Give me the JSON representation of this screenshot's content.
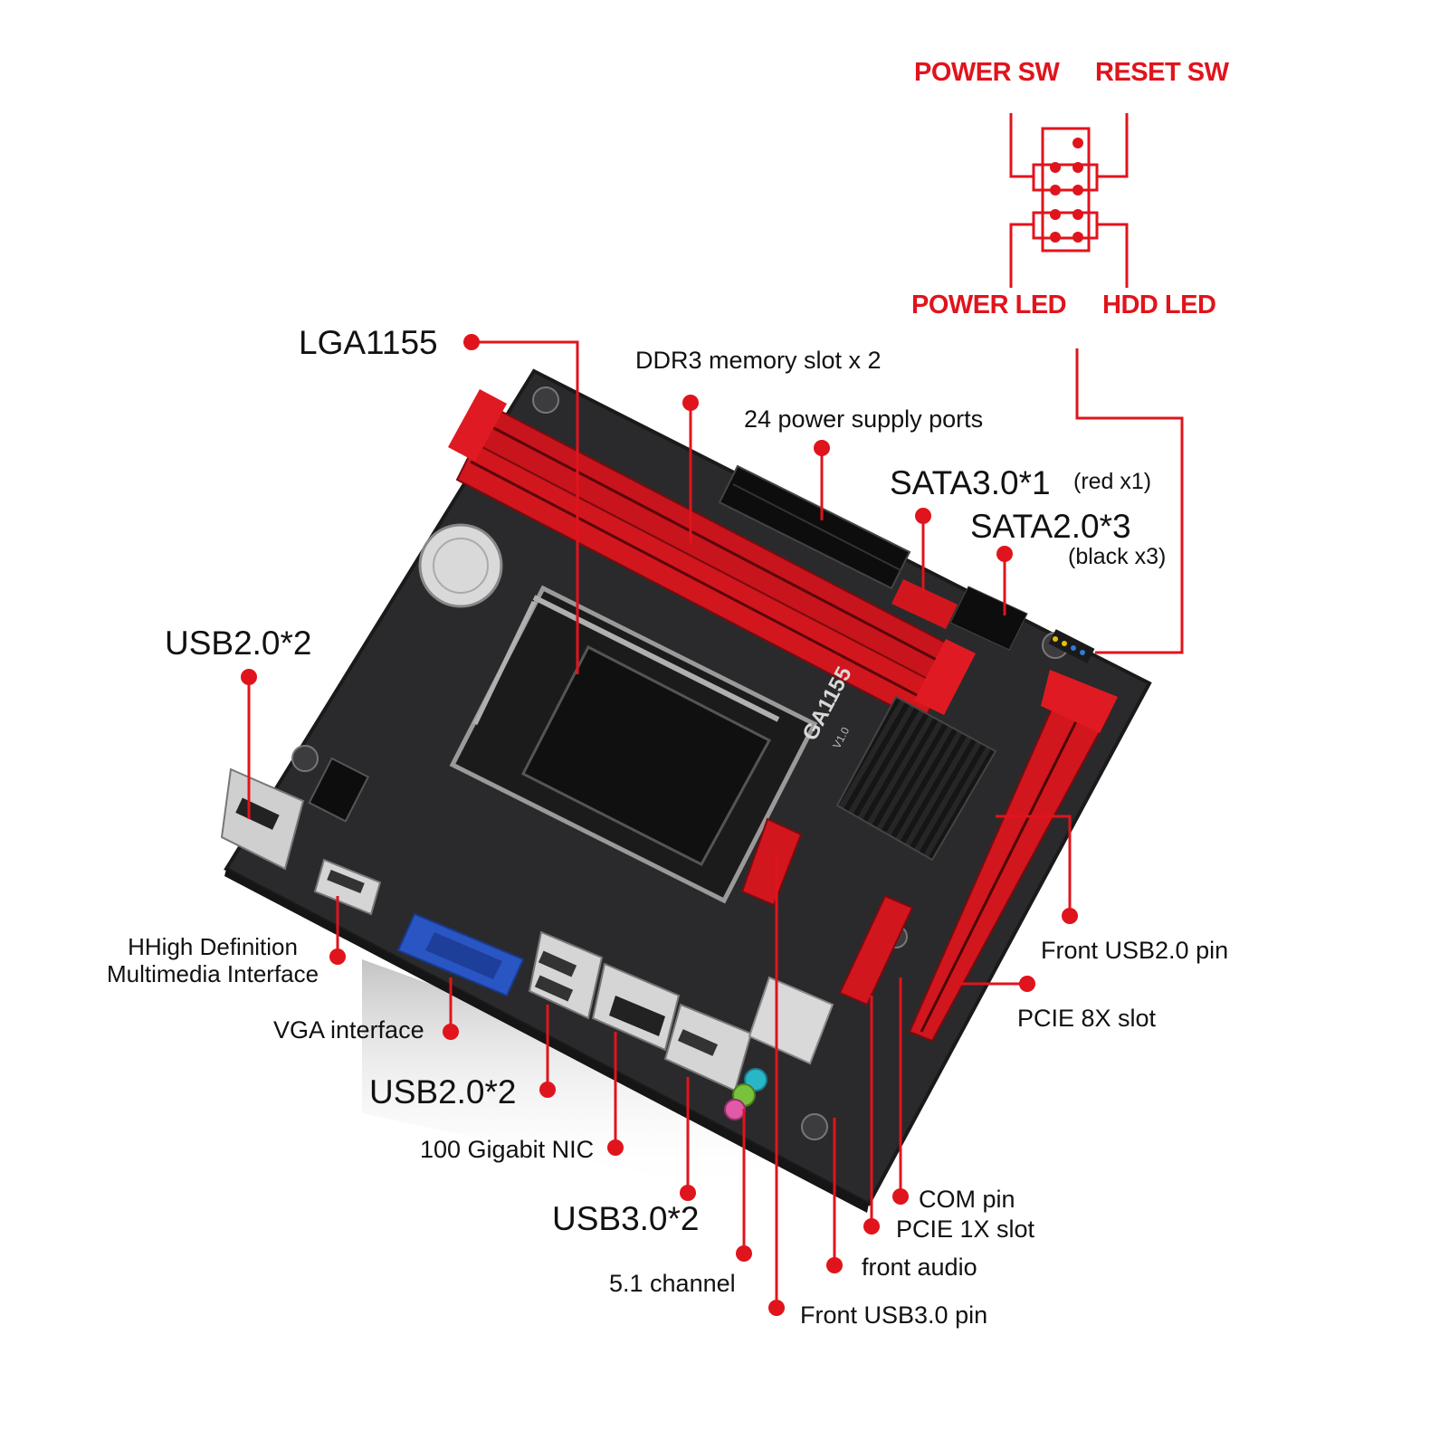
{
  "colors": {
    "accent": "#e0141c",
    "board": "#2a2a2c",
    "slot_red": "#c8141c",
    "text": "#111111"
  },
  "header_panel": {
    "power_sw": "POWER SW",
    "reset_sw": "RESET SW",
    "power_led": "POWER LED",
    "hdd_led": "HDD  LED"
  },
  "callouts": {
    "lga": "LGA1155",
    "ddr3": "DDR3 memory slot x 2",
    "power24": "24 power supply ports",
    "sata3": "SATA3.0*1",
    "sata3_note": "(red x1)",
    "sata2": "SATA2.0*3",
    "sata2_note": "(black x3)",
    "usb2_left": "USB2.0*2",
    "hdmi": "HHigh Definition\nMultimedia Interface",
    "vga": "VGA interface",
    "usb2_bottom": "USB2.0*2",
    "nic": "100 Gigabit NIC",
    "usb3": "USB3.0*2",
    "audio51": "5.1 channel",
    "front_usb3": "Front USB3.0 pin",
    "front_audio": "front audio",
    "pcie1x": "PCIE 1X slot",
    "com": "COM pin",
    "pcie8x": "PCIE 8X slot",
    "front_usb2": "Front USB2.0 pin"
  },
  "board_silkscreen": {
    "socket": "GA1155",
    "version": "V1.0"
  }
}
